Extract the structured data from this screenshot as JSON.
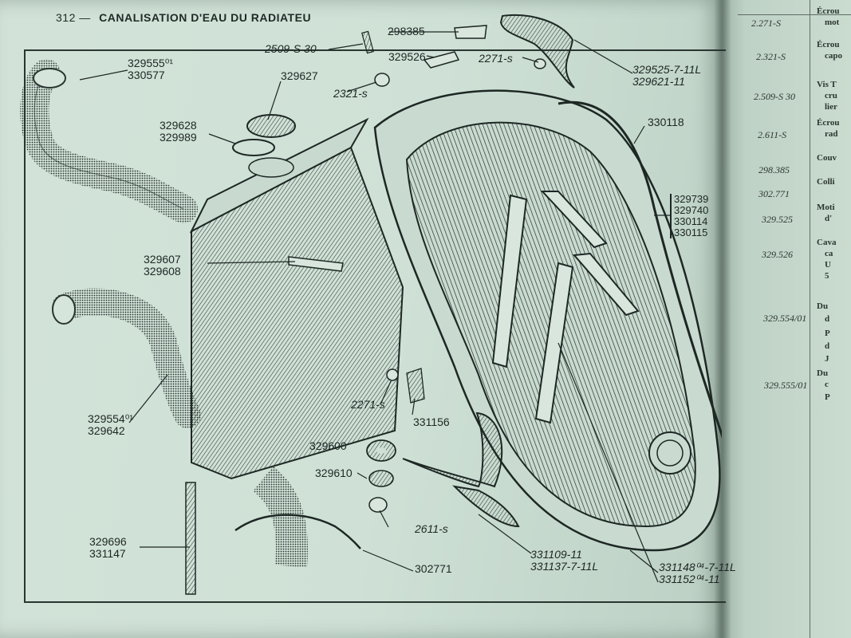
{
  "header": {
    "page_number": "312 —",
    "title": "CANALISATION D'EAU DU RADIATEU"
  },
  "labels": {
    "l1a": "329555⁰¹",
    "l1b": "330577",
    "l2": "329627",
    "l3a": "329628",
    "l3b": "329989",
    "l4": "2509-S 30",
    "l5": "298385",
    "l6": "329526",
    "l7": "2271-s",
    "l8": "2321-s",
    "l9a": "329525-7-11L",
    "l9b": "329621-11",
    "l10": "330118",
    "l11a": "329739",
    "l11b": "329740",
    "l11c": "330114",
    "l11d": "330115",
    "l12a": "329607",
    "l12b": "329608",
    "l13a": "329554⁰¹",
    "l13b": "329642",
    "l14": "2271-s",
    "l15": "331156",
    "l16": "329600",
    "l17": "329610",
    "l18": "2611-s",
    "l19a": "329696",
    "l19b": "331147",
    "l20": "302771",
    "l21a": "331109-11",
    "l21b": "331137-7-11L",
    "l22a": "331148⁰⁴-7-11L",
    "l22b": "331152⁰⁴-11"
  },
  "index": [
    {
      "code": "2.271-S",
      "desc": "Écrou"
    },
    {
      "code": "",
      "desc": "mot"
    },
    {
      "code": "2.321-S",
      "desc": "Écrou"
    },
    {
      "code": "",
      "desc": "capo"
    },
    {
      "code": "2.509-S 30",
      "desc": "Vis T"
    },
    {
      "code": "",
      "desc": "cru"
    },
    {
      "code": "",
      "desc": "lier"
    },
    {
      "code": "2.611-S",
      "desc": "Écrou"
    },
    {
      "code": "",
      "desc": "rad"
    },
    {
      "code": "298.385",
      "desc": "Couv"
    },
    {
      "code": "302.771",
      "desc": "Colli"
    },
    {
      "code": "329.525",
      "desc": "Moti"
    },
    {
      "code": "",
      "desc": "d'"
    },
    {
      "code": "329.526",
      "desc": "Cava"
    },
    {
      "code": "",
      "desc": "ca"
    },
    {
      "code": "",
      "desc": "U"
    },
    {
      "code": "",
      "desc": "5"
    },
    {
      "code": "329.554/01",
      "desc": "Du"
    },
    {
      "code": "",
      "desc": "d"
    },
    {
      "code": "",
      "desc": "P"
    },
    {
      "code": "",
      "desc": "d"
    },
    {
      "code": "",
      "desc": "J"
    },
    {
      "code": "329.555/01",
      "desc": "Du"
    },
    {
      "code": "",
      "desc": "c"
    },
    {
      "code": "",
      "desc": "P"
    }
  ],
  "colors": {
    "paper": "#cfe1d6",
    "ink": "#1d2724",
    "background": "#8a948e"
  }
}
